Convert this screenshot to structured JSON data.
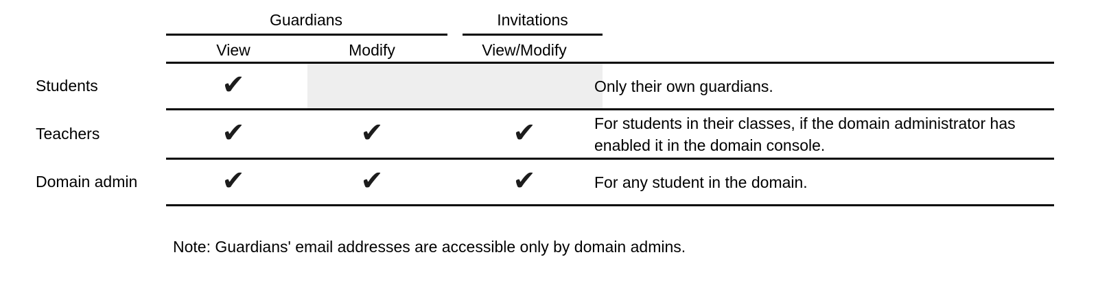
{
  "table": {
    "column_groups": [
      {
        "label": "Guardians"
      },
      {
        "label": "Invitations"
      }
    ],
    "columns": [
      {
        "label": "View",
        "group": "Guardians"
      },
      {
        "label": "Modify",
        "group": "Guardians"
      },
      {
        "label": "View/Modify",
        "group": "Invitations"
      }
    ],
    "check_glyph": "✔",
    "rows": [
      {
        "label": "Students",
        "cells": [
          "✔",
          "",
          ""
        ],
        "modify_and_invitations_disabled": true,
        "note": "Only their own guardians."
      },
      {
        "label": "Teachers",
        "cells": [
          "✔",
          "✔",
          "✔"
        ],
        "modify_and_invitations_disabled": false,
        "note": "For students in their classes, if the domain administrator has enabled it in the domain console."
      },
      {
        "label": "Domain admin",
        "cells": [
          "✔",
          "✔",
          "✔"
        ],
        "modify_and_invitations_disabled": false,
        "note": "For any student in the domain."
      }
    ]
  },
  "footnote": "Note: Guardians' email addresses are accessible only by domain admins.",
  "colors": {
    "text": "#000000",
    "rule": "#000000",
    "disabled_cell": "#eeeeee",
    "check": "#1c1c1c",
    "background": "#ffffff"
  }
}
